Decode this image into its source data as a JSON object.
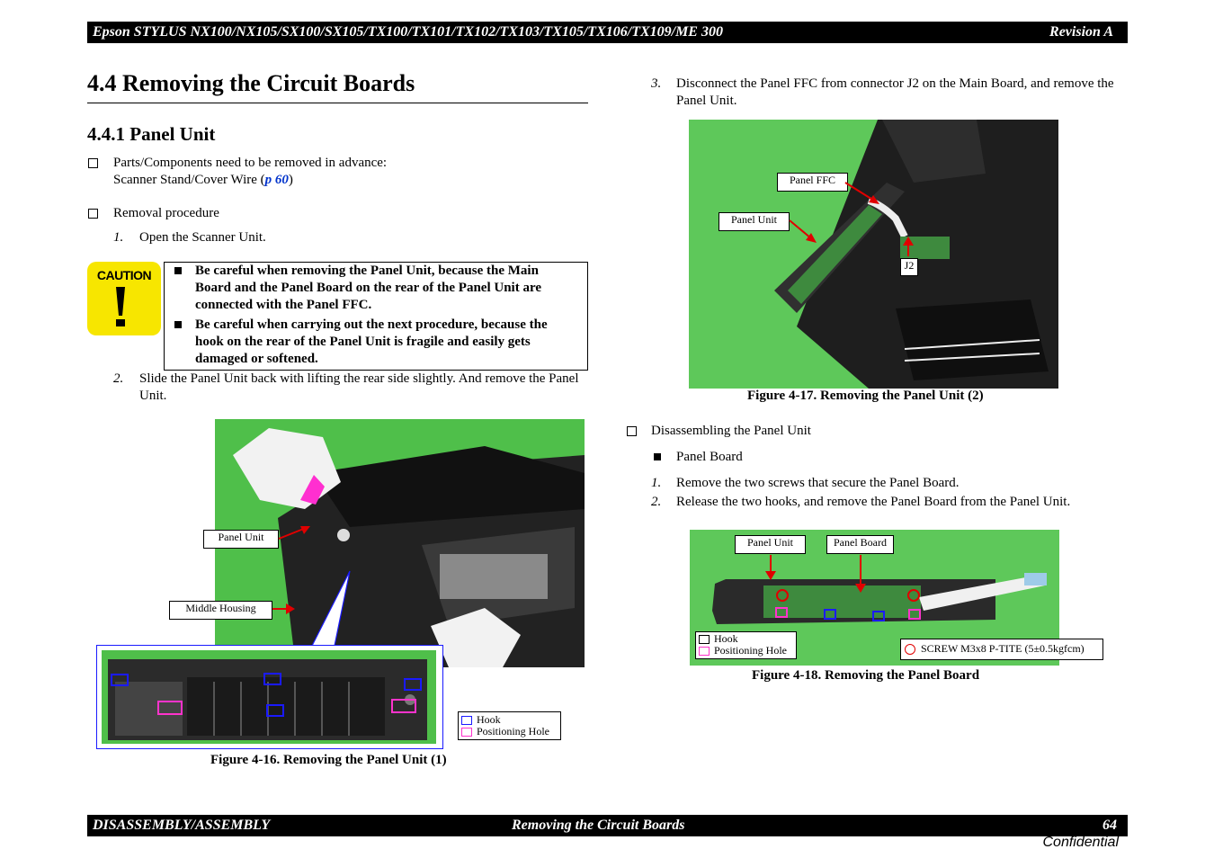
{
  "header": {
    "title": "Epson STYLUS NX100/NX105/SX100/SX105/TX100/TX101/TX102/TX103/TX105/TX106/TX109/ME 300",
    "revision": "Revision A"
  },
  "section": {
    "title": "4.4 Removing the Circuit Boards",
    "subtitle": "4.4.1 Panel Unit"
  },
  "left": {
    "prereq_label": "Parts/Components need to be removed in advance:",
    "prereq_item": "Scanner Stand/Cover Wire (",
    "prereq_link": "p 60",
    "prereq_close": ")",
    "removal_label": "Removal procedure",
    "step1_num": "1.",
    "step1": "Open the Scanner Unit.",
    "caution_label": "CAUTION",
    "caution1": "Be careful when removing the Panel Unit, because the Main Board and the Panel Board on the rear of the Panel Unit are connected with the Panel FFC.",
    "caution2": "Be careful when carrying out the next procedure, because the hook on the rear of the Panel Unit is fragile and easily gets damaged or softened.",
    "step2_num": "2.",
    "step2": "Slide the Panel Unit back with lifting the rear side slightly. And remove the Panel Unit.",
    "fig16_label_panel": "Panel Unit",
    "fig16_label_middle": "Middle Housing",
    "legend_hook": "Hook",
    "legend_pos": "Positioning Hole",
    "fig16_caption": "Figure 4-16.  Removing the Panel Unit (1)"
  },
  "right": {
    "step3_num": "3.",
    "step3": "Disconnect the Panel FFC from connector J2 on the Main Board, and remove the Panel Unit.",
    "fig17_ffc": "Panel FFC",
    "fig17_panel": "Panel Unit",
    "fig17_j2": "J2",
    "fig17_caption": "Figure 4-17.  Removing the Panel Unit (2)",
    "disassemble_label": "Disassembling the Panel Unit",
    "panel_board": "Panel Board",
    "s1_num": "1.",
    "s1": "Remove the two screws that secure the Panel Board.",
    "s2_num": "2.",
    "s2": "Release the two hooks, and remove the Panel Board from the Panel Unit.",
    "fig18_panel_unit": "Panel Unit",
    "fig18_panel_board": "Panel Board",
    "legend_hook": "Hook",
    "legend_pos": "Positioning Hole",
    "screw_label": "SCREW M3x8 P-TITE (5±0.5kgfcm)",
    "fig18_caption": "Figure 4-18.  Removing the Panel Board"
  },
  "footer": {
    "left": "DISASSEMBLY/ASSEMBLY",
    "center": "Removing the Circuit Boards",
    "page": "64",
    "confidential": "Confidential"
  },
  "colors": {
    "photo_green": "#5ec85a",
    "hook_blue": "#1a1aff",
    "pos_magenta": "#ff33cc",
    "arrow_red": "#e00000",
    "caution_yellow": "#f7e600",
    "link_blue": "#0033cc"
  }
}
